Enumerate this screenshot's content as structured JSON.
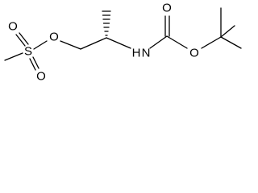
{
  "molecule": {
    "atoms": {
      "ester_O": "O",
      "sulfur": "S",
      "sulfonyl_O_left": "O",
      "sulfonyl_O_bottom": "O",
      "amine_N": "N",
      "amine_H": "H",
      "carbonyl_O": "O",
      "carbamate_O": "O"
    }
  }
}
